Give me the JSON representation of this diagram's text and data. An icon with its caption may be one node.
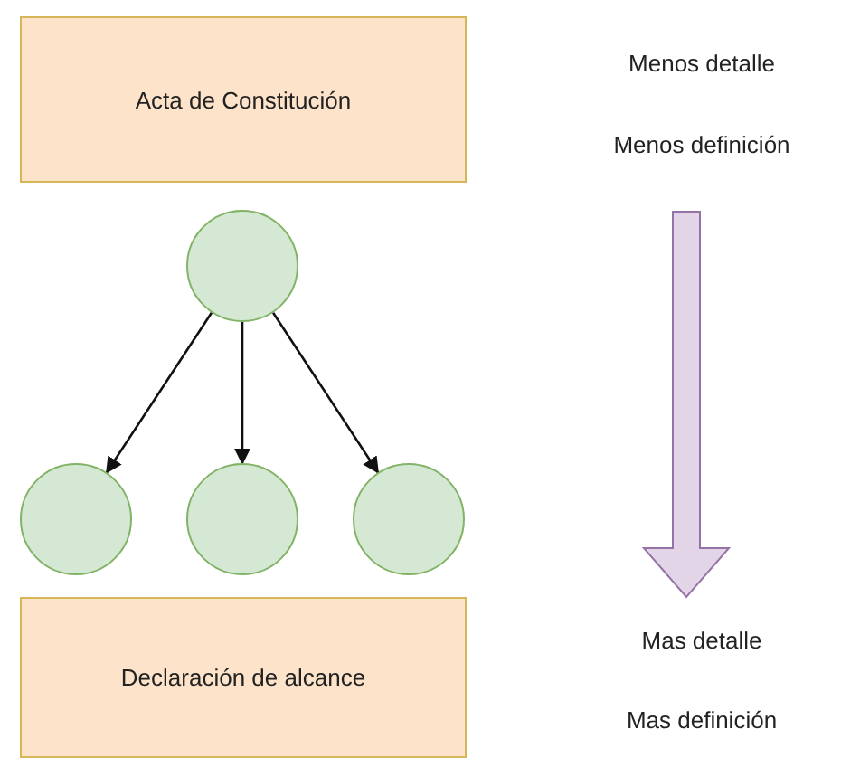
{
  "diagram": {
    "nodes": [
      {
        "text": [
          "Acta de Constitución"
        ]
      },
      {
        "text": [],
        "shape": "circle"
      },
      {
        "text": [],
        "shape": "circle"
      },
      {
        "text": [],
        "shape": "circle"
      },
      {
        "text": [],
        "shape": "circle"
      },
      {
        "text": [
          "Declaración de alcance"
        ]
      }
    ],
    "edges": [
      {
        "from": 1,
        "to": 2,
        "arrow": "to"
      },
      {
        "from": 1,
        "to": 3,
        "arrow": "to"
      },
      {
        "from": 1,
        "to": 4,
        "arrow": "to"
      }
    ],
    "labels": [
      "Menos detalle",
      "Menos definición",
      "Mas detalle",
      "Mas definición"
    ]
  }
}
